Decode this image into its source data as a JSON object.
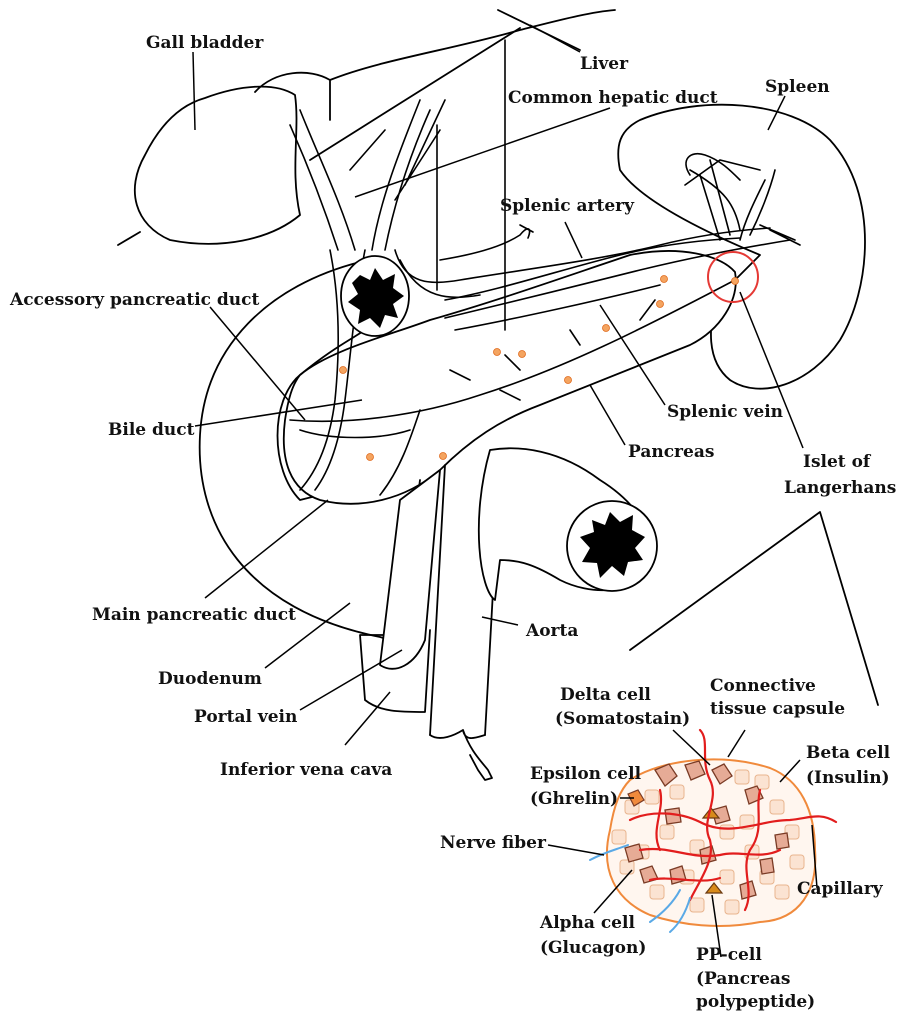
{
  "labels": {
    "gall_bladder": "Gall bladder",
    "liver": "Liver",
    "common_hepatic_duct": "Common hepatic duct",
    "spleen": "Spleen",
    "splenic_artery": "Splenic artery",
    "accessory_pancreatic_duct": "Accessory pancreatic duct",
    "bile_duct": "Bile duct",
    "splenic_vein": "Splenic vein",
    "pancreas": "Pancreas",
    "islet_line1": "Islet of",
    "islet_line2": "Langerhans",
    "main_pancreatic_duct": "Main pancreatic duct",
    "aorta": "Aorta",
    "duodenum": "Duodenum",
    "portal_vein": "Portal vein",
    "inferior_vena_cava": "Inferior vena cava",
    "delta_line1": "Delta cell",
    "delta_line2": "(Somatostain)",
    "connective_line1": "Connective",
    "connective_line2": "tissue capsule",
    "beta_line1": "Beta cell",
    "beta_line2": "(Insulin)",
    "epsilon_line1": "Epsilon cell",
    "epsilon_line2": "(Ghrelin)",
    "nerve_fiber": "Nerve fiber",
    "capillary": "Capillary",
    "alpha_line1": "Alpha cell",
    "alpha_line2": "(Glucagon)",
    "pp_line1": "PP-cell",
    "pp_line2": "(Pancreas",
    "pp_line3": "polypeptide)"
  },
  "colors": {
    "islet_highlight": "#e53935",
    "capillary": "#e21d1d",
    "nerve": "#5aa9e6",
    "capsule": "#f08a3c"
  }
}
